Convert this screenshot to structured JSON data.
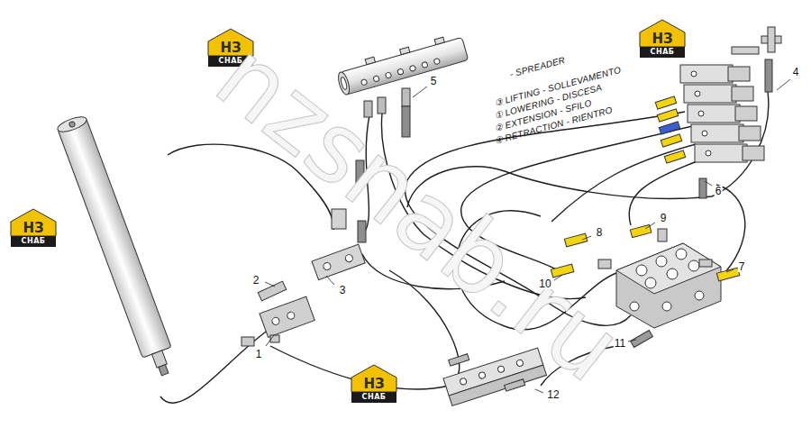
{
  "diagram": {
    "labels": [
      "1",
      "2",
      "3",
      "4",
      "5",
      "6",
      "7",
      "8",
      "9",
      "10",
      "11",
      "12",
      "- SPREADER",
      "③ LIFTING - SOLLEVAMENTO",
      "① LOWERING - DISCESA",
      "② EXTENSION - SFILO",
      "④ RETRACTION - RIENTRO",
      "nzsnab.ru",
      "НЗ",
      "СНАБ",
      "НЗ",
      "СНАБ",
      "НЗ",
      "СНАБ",
      "НЗ",
      "СНАБ"
    ]
  }
}
